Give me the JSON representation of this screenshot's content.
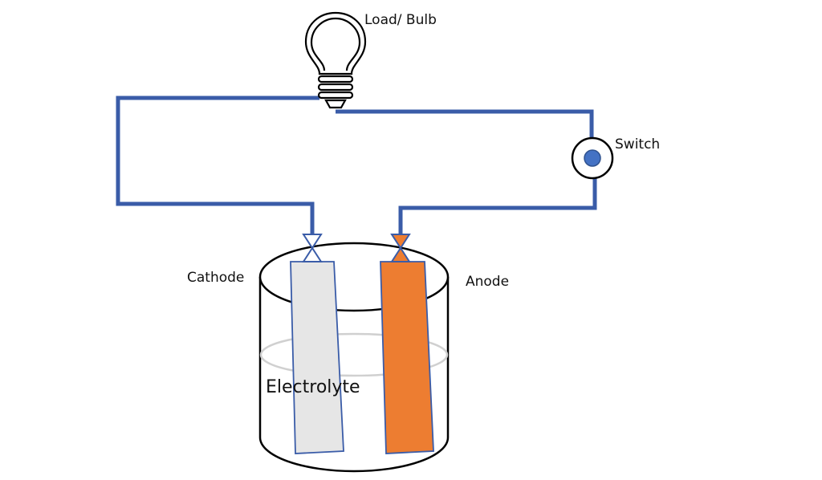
{
  "labels": {
    "load": "Load/ Bulb",
    "switch": "Switch",
    "cathode": "Cathode",
    "anode": "Anode",
    "electrolyte": "Electrolyte"
  },
  "colors": {
    "wire": "#3a5ca8",
    "cathode_fill": "#e6e6e6",
    "anode_fill": "#ed7d31",
    "outline": "#000000",
    "electrolyte_line": "#d0d0d0",
    "switch_dot": "#4472c4"
  },
  "icons": {
    "bulb": "lightbulb-icon",
    "switch": "switch-icon"
  }
}
